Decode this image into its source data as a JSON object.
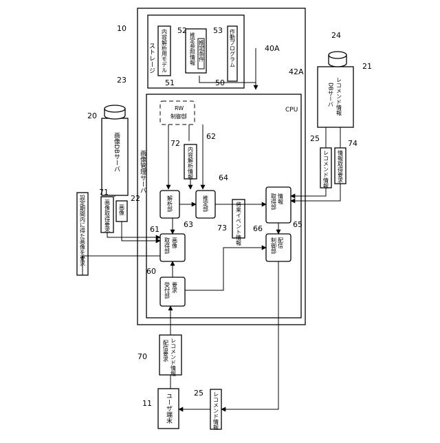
{
  "refs": {
    "r10": "10",
    "r11": "11",
    "r20": "20",
    "r21": "21",
    "r22": "22",
    "r23": "23",
    "r24": "24",
    "r25a": "25",
    "r25b": "25",
    "r40a": "40A",
    "r42a": "42A",
    "r50": "50",
    "r51": "51",
    "r52": "52",
    "r53": "53",
    "r60": "60",
    "r61": "61",
    "r62": "62",
    "r63": "63",
    "r64": "64",
    "r65": "65",
    "r66": "66",
    "r70": "70",
    "r71": "71",
    "r72": "72",
    "r73": "73",
    "r74": "74"
  },
  "labels": {
    "image_server": "画像管理サーバ",
    "storage": "ストレージ",
    "content_model": "内容解析用モデル",
    "inference_ref": "推定参照情報",
    "inference_cond": "推定条件",
    "operating_program": "作動プログラム",
    "cpu": "CPU",
    "rw_control_1": "RW",
    "rw_control_2": "制御部",
    "image_db_server": "画像DBサーバ",
    "recommend_db_server_1": "レコメンド情報",
    "recommend_db_server_2": "DBサーバ",
    "image_request": "画像取得要求",
    "image": "画像",
    "set_period_request": "設定期間内に得た画像を要求",
    "content_info": "内容解析情報",
    "future_event_info": "将来イベント情報",
    "recommend_info": "レコメンド情報",
    "info_request": "情報取得要求",
    "analysis_unit": "解析部",
    "inference_unit": "推定部",
    "info_acq_1": "情報",
    "info_acq_2": "取得部",
    "image_acq_1": "画像",
    "image_acq_2": "取得部",
    "dist_ctrl_1": "配信",
    "dist_ctrl_2": "制御部",
    "req_recv_1": "要求",
    "req_recv_2": "受付部",
    "delivery_req_1": "レコメンド情報",
    "delivery_req_2": "配信要求",
    "user_terminal": "ユーザ端末",
    "recommend_info_bottom": "レコメンド情報"
  }
}
